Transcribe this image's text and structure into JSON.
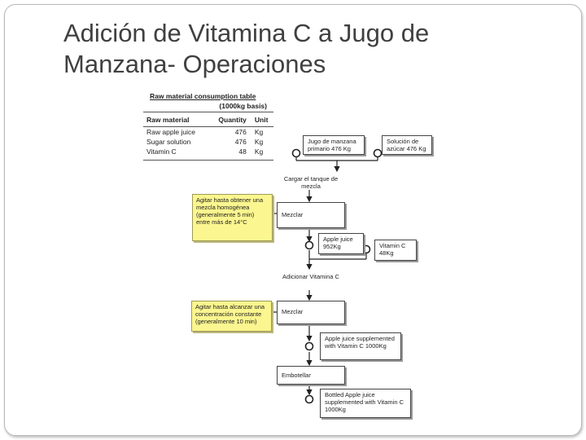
{
  "title": {
    "line1": "Adición de Vitamina C a Jugo de",
    "line2": "Manzana- Operaciones"
  },
  "table": {
    "caption": "Raw material consumption table",
    "basis": "(1000kg basis)",
    "headers": [
      "Raw material",
      "Quantity",
      "Unit"
    ],
    "rows": [
      {
        "material": "Raw apple juice",
        "quantity": "476",
        "unit": "Kg"
      },
      {
        "material": "Sugar solution",
        "quantity": "476",
        "unit": "Kg"
      },
      {
        "material": "Vitamin C",
        "quantity": "48",
        "unit": "Kg"
      }
    ]
  },
  "flow": {
    "input_juice": "Jugo de manzana primario 476 Kg",
    "input_sugar": "Solución de azúcar 476 Kg",
    "step_load": "Cargar el tanque de mezcla",
    "step_mix1": "Mezclar",
    "note1": "Agitar hasta obtener una mezcla homogénea (generalmente 5 min) entre más de 14°C",
    "intermediate1": "Apple juice 952Kg",
    "input_vitc": "Vitamin C 48Kg",
    "step_add_vitc": "Adicionar Vitamina C",
    "note2": "Agitar hasta alcanzar una concentración constante (generalmente 10 min)",
    "step_mix2": "Mezclar",
    "intermediate2": "Apple juice supplemented with Vitamin C 1000Kg",
    "step_bottle": "Embotellar",
    "product": "Bottled Apple juice supplemented with Vitamin C 1000Kg"
  }
}
